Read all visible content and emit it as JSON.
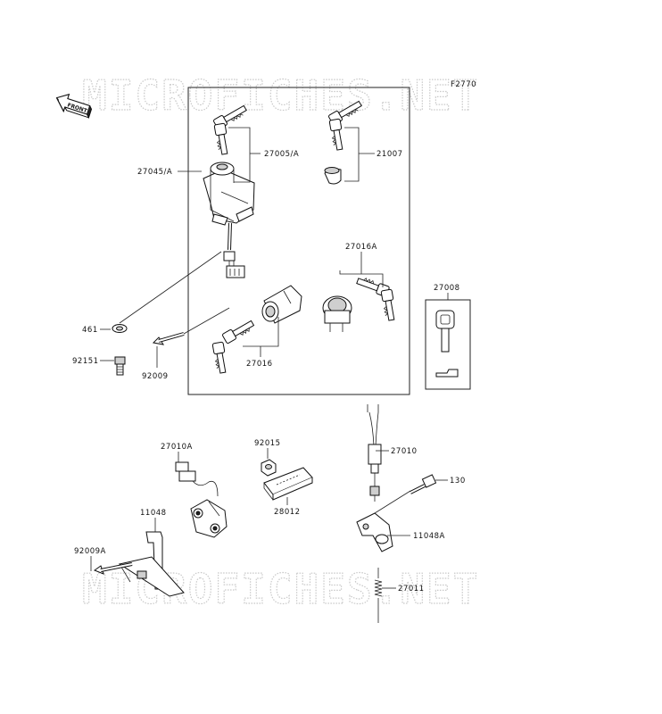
{
  "diagram_id": "F2770",
  "watermark": "MICROFICHES.NET",
  "front_label": "FRONT",
  "parts": {
    "p27045": "27045/A",
    "p27005": "27005/A",
    "p21007": "21007",
    "p27016A": "27016A",
    "p27008": "27008",
    "p461": "461",
    "p92151": "92151",
    "p92009": "92009",
    "p27016": "27016",
    "p27010A": "27010A",
    "p92015": "92015",
    "p27010": "27010",
    "p130": "130",
    "p11048": "11048",
    "p28012": "28012",
    "p11048A": "11048A",
    "p92009A": "92009A",
    "p27011": "27011"
  }
}
